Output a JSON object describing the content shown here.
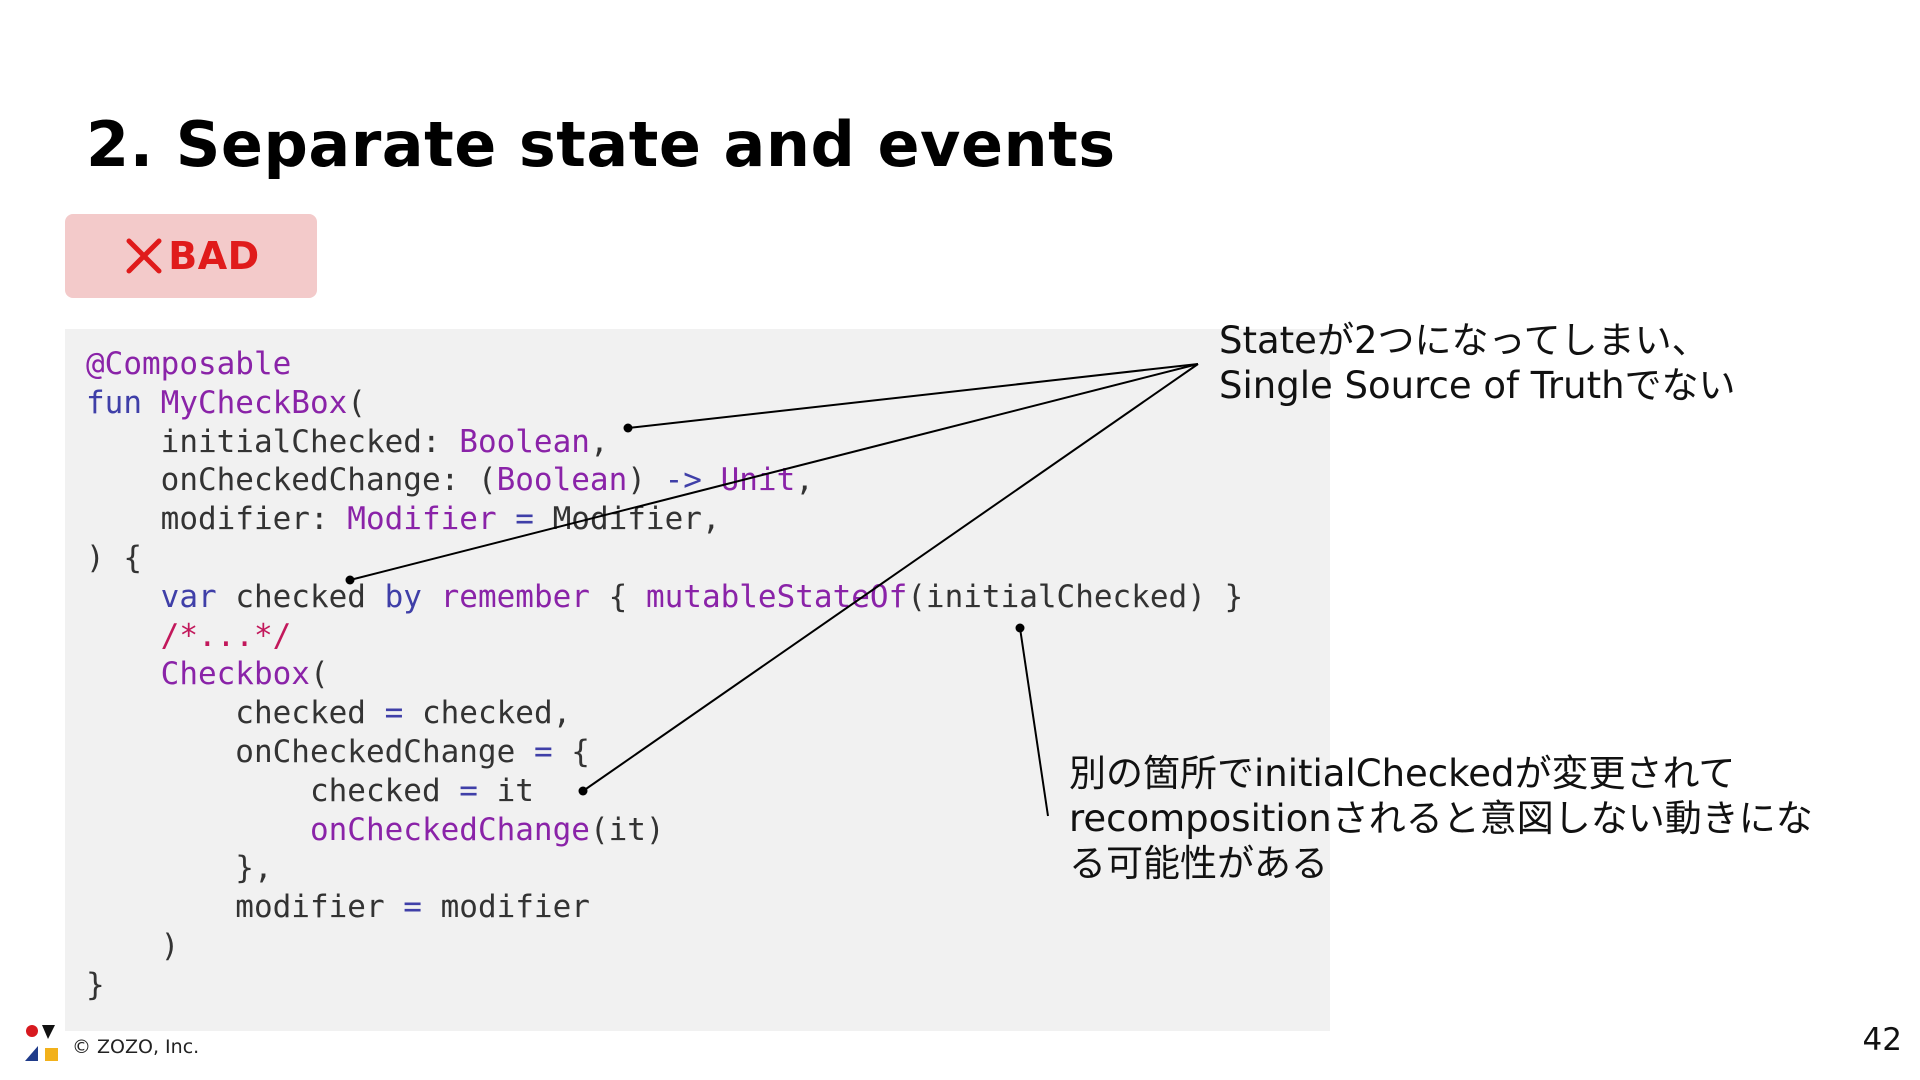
{
  "slide": {
    "title": "2. Separate state and events",
    "badge": {
      "label": "BAD",
      "icon": "cross-icon",
      "color": "#e01b1b",
      "background": "#f3caca"
    },
    "page_number": "42",
    "copyright": "© ZOZO, Inc."
  },
  "code": {
    "lines": [
      [
        {
          "t": "@Composable",
          "c": "ty"
        }
      ],
      [
        {
          "t": "fun ",
          "c": "kw"
        },
        {
          "t": "MyCheckBox",
          "c": "ty"
        },
        {
          "t": "(",
          "c": "tx"
        }
      ],
      [
        {
          "t": "    initialChecked: ",
          "c": "tx"
        },
        {
          "t": "Boolean",
          "c": "ty"
        },
        {
          "t": ",",
          "c": "tx"
        }
      ],
      [
        {
          "t": "    onCheckedChange: (",
          "c": "tx"
        },
        {
          "t": "Boolean",
          "c": "ty"
        },
        {
          "t": ") ",
          "c": "tx"
        },
        {
          "t": "->",
          "c": "kw"
        },
        {
          "t": " ",
          "c": "tx"
        },
        {
          "t": "Unit",
          "c": "ty"
        },
        {
          "t": ",",
          "c": "tx"
        }
      ],
      [
        {
          "t": "    modifier: ",
          "c": "tx"
        },
        {
          "t": "Modifier",
          "c": "ty"
        },
        {
          "t": " ",
          "c": "tx"
        },
        {
          "t": "=",
          "c": "kw"
        },
        {
          "t": " Modifier,",
          "c": "tx"
        }
      ],
      [
        {
          "t": ") {",
          "c": "tx"
        }
      ],
      [
        {
          "t": "    ",
          "c": "tx"
        },
        {
          "t": "var",
          "c": "kw"
        },
        {
          "t": " checked ",
          "c": "tx"
        },
        {
          "t": "by",
          "c": "kw"
        },
        {
          "t": " ",
          "c": "tx"
        },
        {
          "t": "remember",
          "c": "ty"
        },
        {
          "t": " { ",
          "c": "tx"
        },
        {
          "t": "mutableStateOf",
          "c": "ty"
        },
        {
          "t": "(initialChecked) }",
          "c": "tx"
        }
      ],
      [
        {
          "t": "    ",
          "c": "tx"
        },
        {
          "t": "/*...*/",
          "c": "cm"
        }
      ],
      [
        {
          "t": "    ",
          "c": "tx"
        },
        {
          "t": "Checkbox",
          "c": "ty"
        },
        {
          "t": "(",
          "c": "tx"
        }
      ],
      [
        {
          "t": "        checked ",
          "c": "tx"
        },
        {
          "t": "=",
          "c": "kw"
        },
        {
          "t": " checked,",
          "c": "tx"
        }
      ],
      [
        {
          "t": "        onCheckedChange ",
          "c": "tx"
        },
        {
          "t": "=",
          "c": "kw"
        },
        {
          "t": " {",
          "c": "tx"
        }
      ],
      [
        {
          "t": "            checked ",
          "c": "tx"
        },
        {
          "t": "=",
          "c": "kw"
        },
        {
          "t": " it",
          "c": "tx"
        }
      ],
      [
        {
          "t": "            ",
          "c": "tx"
        },
        {
          "t": "onCheckedChange",
          "c": "ty"
        },
        {
          "t": "(it)",
          "c": "tx"
        }
      ],
      [
        {
          "t": "        },",
          "c": "tx"
        }
      ],
      [
        {
          "t": "        modifier ",
          "c": "tx"
        },
        {
          "t": "=",
          "c": "kw"
        },
        {
          "t": " modifier",
          "c": "tx"
        }
      ],
      [
        {
          "t": "    )",
          "c": "tx"
        }
      ],
      [
        {
          "t": "}",
          "c": "tx"
        }
      ]
    ]
  },
  "annotations": {
    "top_note": [
      "Stateが2つになってしまい、",
      "Single Source of Truthでない"
    ],
    "bottom_note": [
      "別の箇所でinitialCheckedが変更されて",
      "recompositionされると意図しない動きにな",
      "る可能性がある"
    ]
  },
  "colors": {
    "keyword": "#3f3fa8",
    "type": "#8a23a8",
    "comment": "#c2185b",
    "text": "#333333",
    "code_background": "#f1f1f1"
  }
}
